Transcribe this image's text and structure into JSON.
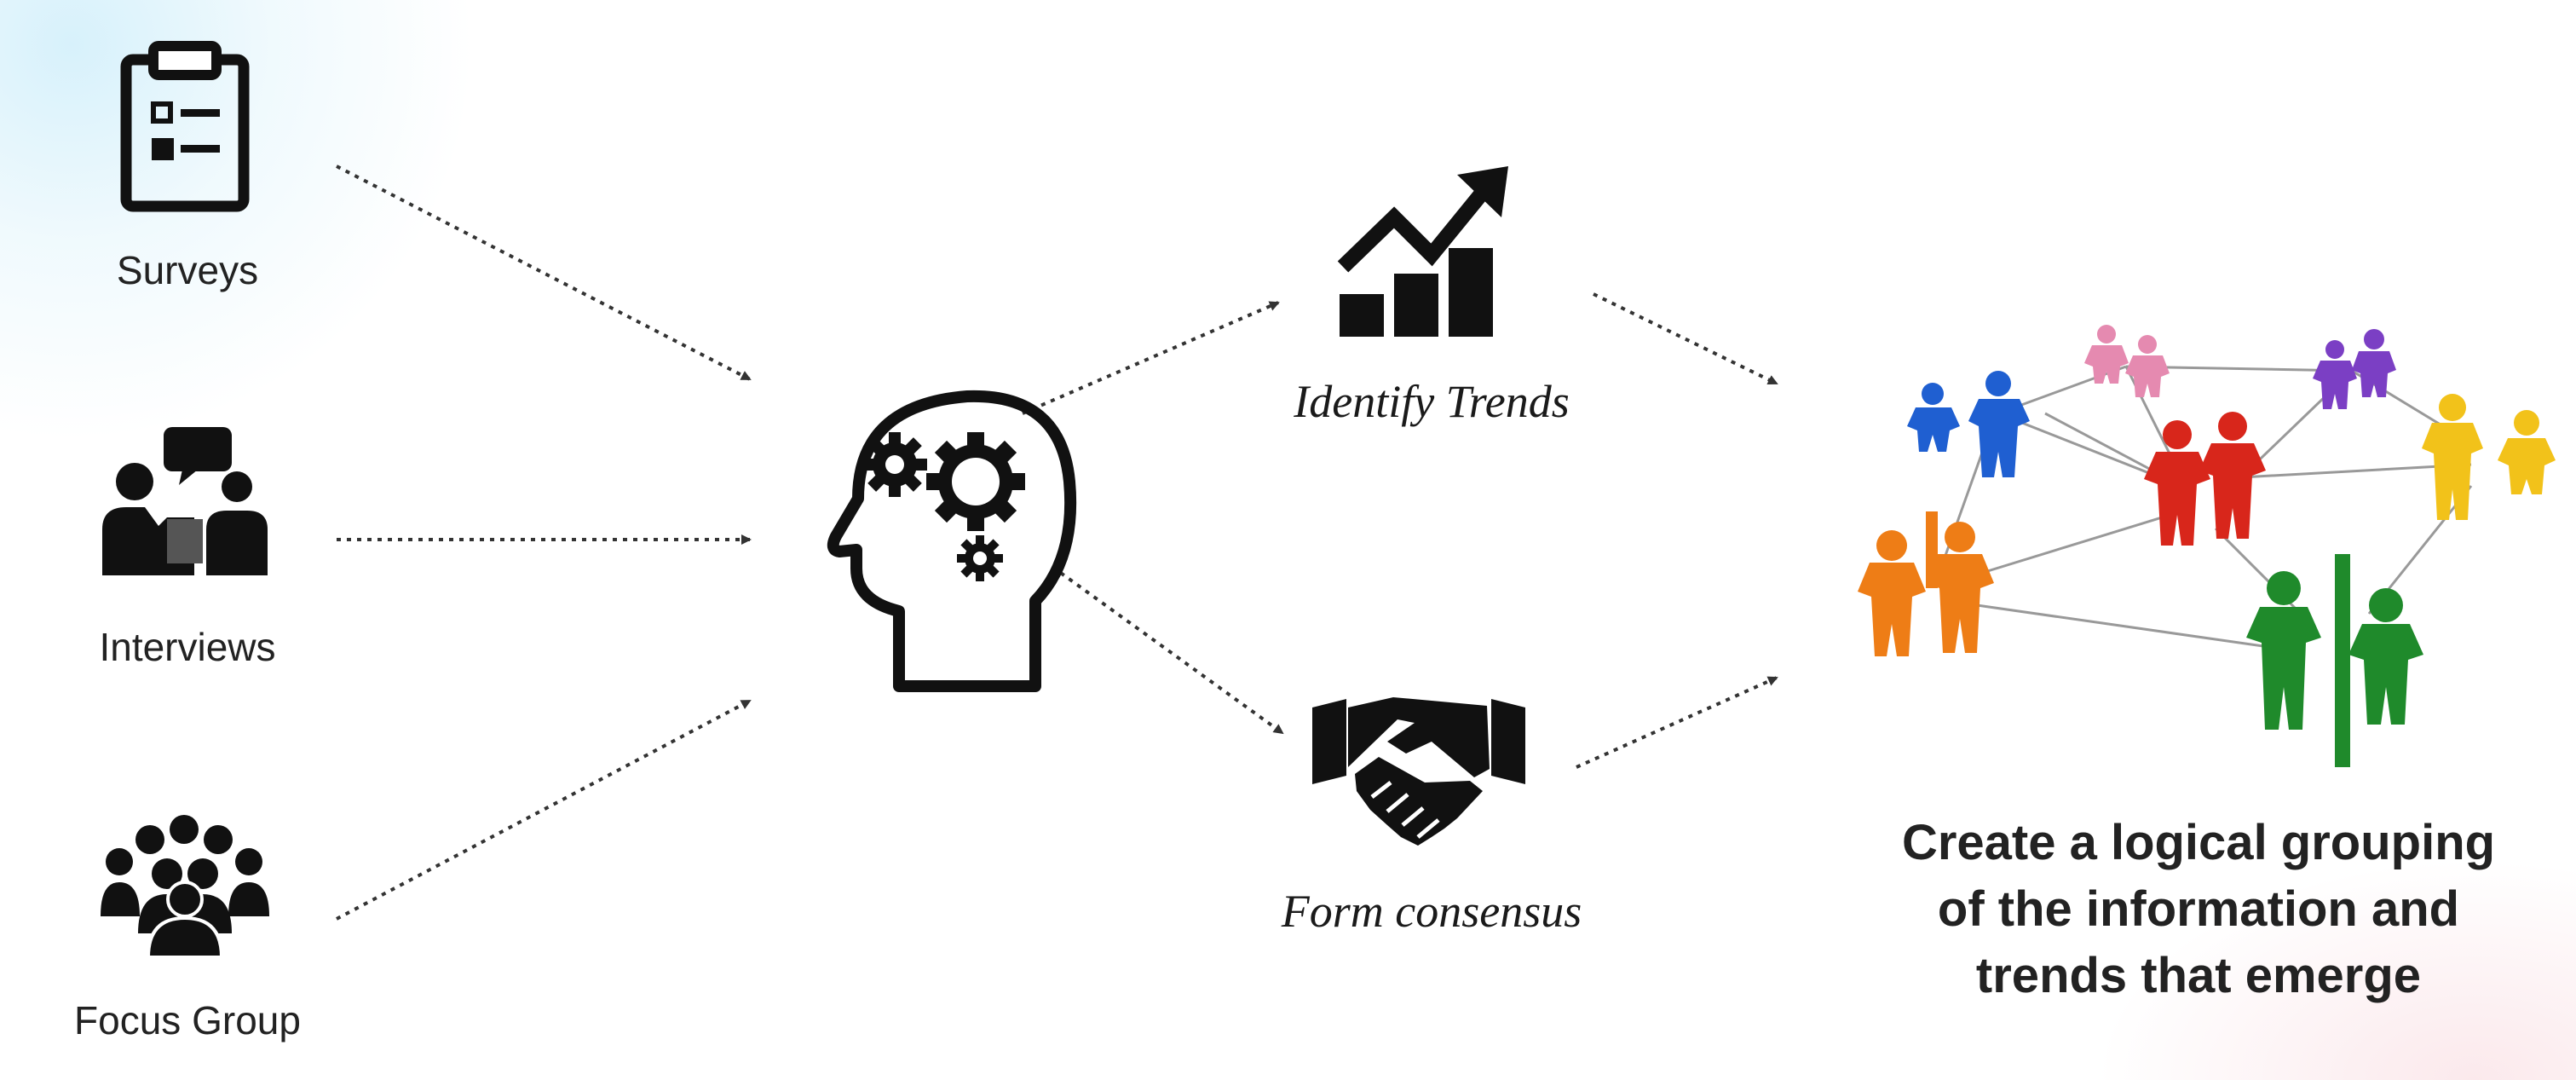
{
  "sources": {
    "surveys": "Surveys",
    "interviews": "Interviews",
    "focus_group": "Focus Group"
  },
  "steps": {
    "identify_trends": "Identify Trends",
    "form_consensus": "Form consensus"
  },
  "caption": {
    "line1": "Create a logical grouping",
    "line2": "of the information and",
    "line3": "trends that emerge"
  },
  "colors": {
    "icon": "#111111",
    "group_blue": "#1f5fd1",
    "group_pink": "#e58ab0",
    "group_purple": "#7b3fc4",
    "group_red": "#d8261b",
    "group_yellow": "#f2c21a",
    "group_orange": "#ee7d16",
    "group_green": "#1f8a2b"
  },
  "icons": [
    "clipboard-icon",
    "interview-icon",
    "group-icon",
    "brain-gears-icon",
    "trend-chart-icon",
    "handshake-icon",
    "people-network-icon"
  ]
}
